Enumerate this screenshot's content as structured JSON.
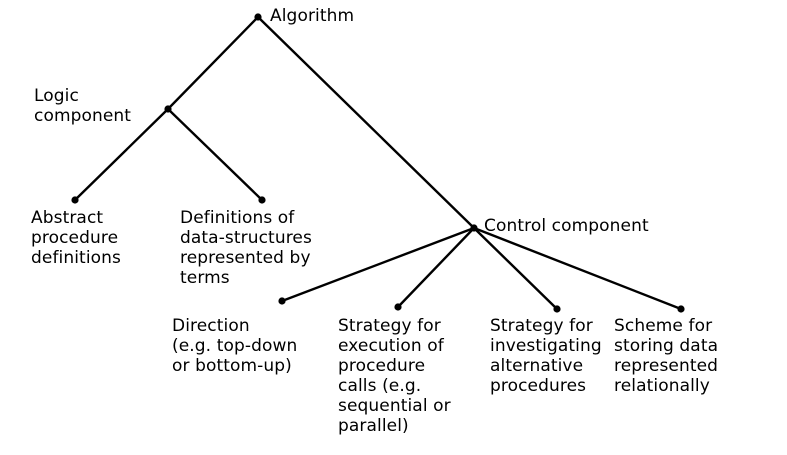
{
  "diagram": {
    "type": "tree",
    "nodes": {
      "algorithm": {
        "label": [
          "Algorithm"
        ]
      },
      "logic": {
        "label": [
          "Logic",
          "component"
        ]
      },
      "control": {
        "label": [
          "Control component"
        ]
      },
      "abstract": {
        "label": [
          "Abstract",
          "procedure",
          "definitions"
        ]
      },
      "definitions": {
        "label": [
          "Definitions of",
          "data-structures",
          "represented by",
          "terms"
        ]
      },
      "direction": {
        "label": [
          "Direction",
          "(e.g. top-down",
          "or bottom-up)"
        ]
      },
      "strategy_execution": {
        "label": [
          "Strategy for",
          "execution of",
          "procedure",
          "calls (e.g.",
          "sequential or",
          "parallel)"
        ]
      },
      "strategy_investigating": {
        "label": [
          "Strategy for",
          "investigating",
          "alternative",
          "procedures"
        ]
      },
      "scheme": {
        "label": [
          "Scheme for",
          "storing data",
          "represented",
          "relationally"
        ]
      }
    },
    "edges": [
      [
        "algorithm",
        "logic"
      ],
      [
        "algorithm",
        "control"
      ],
      [
        "logic",
        "abstract"
      ],
      [
        "logic",
        "definitions"
      ],
      [
        "control",
        "direction"
      ],
      [
        "control",
        "strategy_execution"
      ],
      [
        "control",
        "strategy_investigating"
      ],
      [
        "control",
        "scheme"
      ]
    ]
  }
}
